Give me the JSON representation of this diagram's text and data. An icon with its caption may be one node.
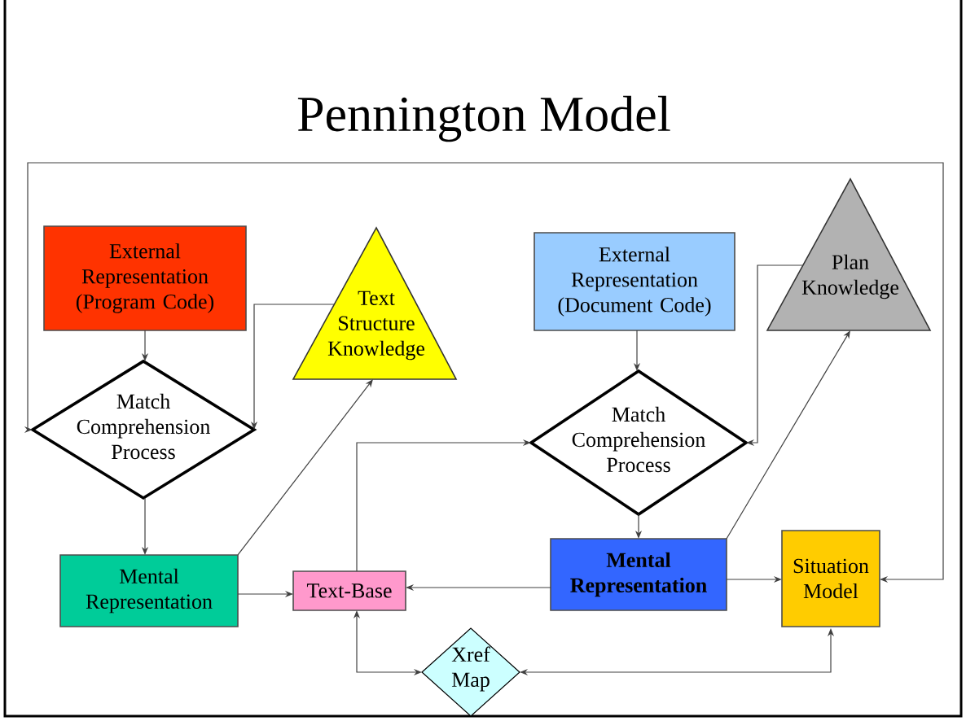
{
  "diagram": {
    "title": "Pennington Model",
    "nodes": [
      {
        "text": [
          "External Representation (Program Code)"
        ]
      },
      {
        "text": [
          "Text Structure Knowledge"
        ]
      },
      {
        "text": [
          "External Representation (Document Code)"
        ]
      },
      {
        "text": [
          "Plan Knowledge"
        ]
      },
      {
        "text": [
          "Match Comprehension Process"
        ]
      },
      {
        "text": [
          "Match Comprehension Process"
        ]
      },
      {
        "text": [
          "Mental Representation"
        ]
      },
      {
        "text": [
          "Text-Base"
        ]
      },
      {
        "text": [
          "**Mental Representation**"
        ]
      },
      {
        "text": [
          "Situation Model"
        ]
      },
      {
        "text": [
          "Xref Map"
        ]
      }
    ],
    "edges": [
      {
        "from": 0,
        "to": 4,
        "arrow": "to"
      },
      {
        "from": 1,
        "to": 4,
        "arrow": "to"
      },
      {
        "from": 4,
        "to": 6,
        "arrow": "to"
      },
      {
        "from": 6,
        "to": 1,
        "arrow": "to"
      },
      {
        "from": 6,
        "to": 7,
        "arrow": "to"
      },
      {
        "from": 7,
        "to": 5,
        "arrow": "to"
      },
      {
        "from": 2,
        "to": 5,
        "arrow": "to"
      },
      {
        "from": 3,
        "to": 5,
        "arrow": "to"
      },
      {
        "from": 5,
        "to": 8,
        "arrow": "to"
      },
      {
        "from": 8,
        "to": 3,
        "arrow": "to"
      },
      {
        "from": 8,
        "to": 7,
        "arrow": "to"
      },
      {
        "from": 8,
        "to": 9,
        "arrow": "to"
      },
      {
        "from": 7,
        "to": 10,
        "arrow": "both"
      },
      {
        "from": 10,
        "to": 9,
        "arrow": "both"
      },
      {
        "from": 9,
        "to": 4,
        "arrow": "both"
      }
    ]
  }
}
